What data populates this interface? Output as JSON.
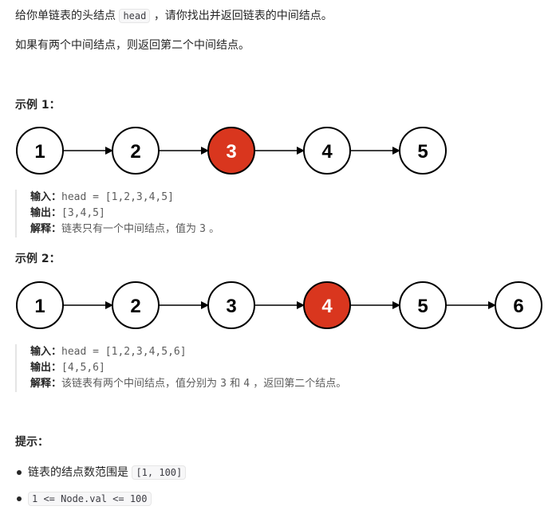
{
  "intro": {
    "line1_before": "给你单链表的头结点",
    "line1_code": "head",
    "line1_after": "，请你找出并返回链表的中间结点。",
    "line2": "如果有两个中间结点，则返回第二个中间结点。"
  },
  "example1": {
    "title": "示例 1：",
    "nodes": [
      "1",
      "2",
      "3",
      "4",
      "5"
    ],
    "highlight_index": 2,
    "input_label": "输入：",
    "input_value": "head = [1,2,3,4,5]",
    "output_label": "输出：",
    "output_value": "[3,4,5]",
    "explain_label": "解释：",
    "explain_before": "链表只有一个中间结点，值为 ",
    "explain_num1": "3",
    "explain_after": " 。"
  },
  "example2": {
    "title": "示例 2：",
    "nodes": [
      "1",
      "2",
      "3",
      "4",
      "5",
      "6"
    ],
    "highlight_index": 3,
    "input_label": "输入：",
    "input_value": "head = [1,2,3,4,5,6]",
    "output_label": "输出：",
    "output_value": "[4,5,6]",
    "explain_label": "解释：",
    "explain_before": "该链表有两个中间结点，值分别为 ",
    "explain_num1": "3",
    "explain_mid": " 和 ",
    "explain_num2": "4",
    "explain_after": " ，返回第二个结点。"
  },
  "hints": {
    "title": "提示：",
    "item1_text": "链表的结点数范围是 ",
    "item1_code": "[1, 100]",
    "item2_code": "1 <= Node.val <= 100"
  },
  "colors": {
    "highlight": "#d9361e"
  }
}
